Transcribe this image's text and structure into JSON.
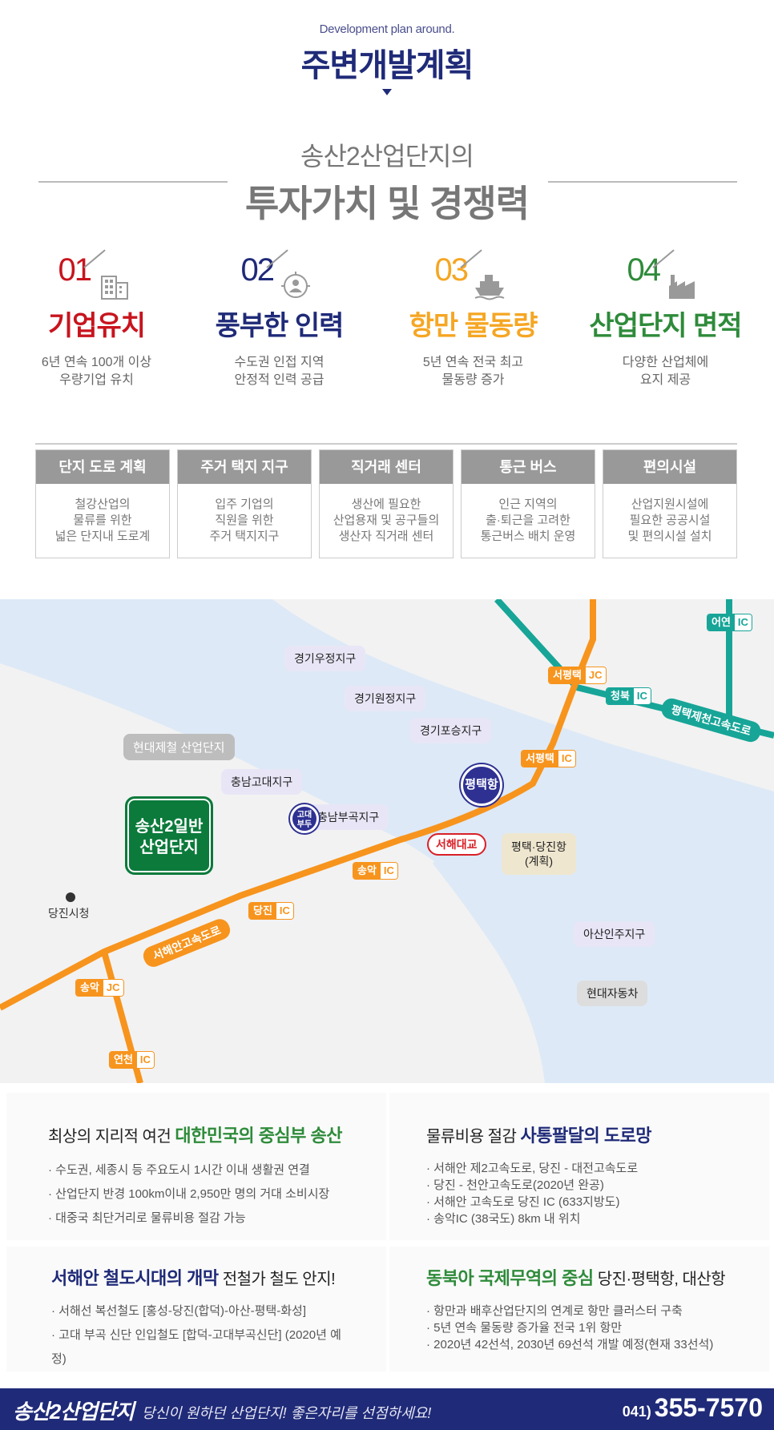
{
  "header": {
    "en": "Development plan around.",
    "ko": "주변개발계획"
  },
  "subtitle": {
    "line1": "송산2산업단지의",
    "line2": "투자가치 및 경쟁력"
  },
  "features": [
    {
      "num": "01",
      "title": "기업유치",
      "desc1": "6년 연속 100개 이상",
      "desc2": "우량기업 유치",
      "color": "#c8141e",
      "icon": "building-icon"
    },
    {
      "num": "02",
      "title": "풍부한 인력",
      "desc1": "수도권 인접 지역",
      "desc2": "안정적 인력 공급",
      "color": "#1f2a78",
      "icon": "person-target-icon"
    },
    {
      "num": "03",
      "title": "항만 물동량",
      "desc1": "5년 연속 전국 최고",
      "desc2": "물동량 증가",
      "color": "#f5a623",
      "icon": "ship-icon"
    },
    {
      "num": "04",
      "title": "산업단지 면적",
      "desc1": "다양한 산업체에",
      "desc2": "요지 제공",
      "color": "#2e8b3a",
      "icon": "factory-icon"
    }
  ],
  "boxes": [
    {
      "title": "단지 도로 계획",
      "l1": "철강산업의",
      "l2": "물류를 위한",
      "l3": "넓은 단지내 도로계"
    },
    {
      "title": "주거 택지 지구",
      "l1": "입주 기업의",
      "l2": "직원을 위한",
      "l3": "주거 택지지구"
    },
    {
      "title": "직거래 센터",
      "l1": "생산에 필요한",
      "l2": "산업용재 및 공구들의",
      "l3": "생산자 직거래 센터"
    },
    {
      "title": "통근 버스",
      "l1": "인근 지역의",
      "l2": "출·퇴근을 고려한",
      "l3": "통근버스 배치 운영"
    },
    {
      "title": "편의시설",
      "l1": "산업지원시설에",
      "l2": "필요한 공공시설",
      "l3": "및 편의시설 설치"
    }
  ],
  "map": {
    "districts": [
      "경기우정지구",
      "경기원정지구",
      "경기포승지구",
      "충남고대지구",
      "충남부곡지구",
      "아산인주지구"
    ],
    "hyundai_steel": "현대제철 산업단지",
    "hyundai_motor": "현대자동차",
    "songsan": {
      "l1": "송산2일반",
      "l2": "산업단지"
    },
    "dangjin_hall": "당진시청",
    "port_pt": "평택항",
    "port_godae": {
      "l1": "고대",
      "l2": "부두"
    },
    "bridge": "서해대교",
    "pt_dj": {
      "l1": "평택·당진항",
      "l2": "(계획)"
    },
    "ic": [
      {
        "name": "어연",
        "type": "IC"
      },
      {
        "name": "서평택",
        "type": "JC"
      },
      {
        "name": "청북",
        "type": "IC"
      },
      {
        "name": "서평택",
        "type": "IC"
      },
      {
        "name": "송악",
        "type": "IC"
      },
      {
        "name": "당진",
        "type": "IC"
      },
      {
        "name": "송악",
        "type": "JC"
      },
      {
        "name": "연천",
        "type": "IC"
      }
    ],
    "road_west": "서해안고속도로",
    "road_east": "평택제천고속도로",
    "colors": {
      "orange": "#f7941d",
      "teal": "#17a598",
      "water": "#dde9f6"
    }
  },
  "info": [
    {
      "pre": "최상의 지리적 여건 ",
      "hl": "대한민국의 중심부 송산",
      "post": "",
      "hl_color": "#2e8b3a",
      "items": [
        "· 수도권, 세종시 등 주요도시 1시간 이내 생활권 연결",
        "· 산업단지 반경 100km이내 2,950만 명의 거대 소비시장",
        "· 대중국 최단거리로 물류비용 절감 가능"
      ]
    },
    {
      "pre": "물류비용 절감 ",
      "hl": "사통팔달의 도로망",
      "post": "",
      "hl_color": "#1f2a78",
      "items": [
        "· 서해안 제2고속도로, 당진 - 대전고속도로",
        "· 당진 - 천안고속도로(2020년 완공)",
        "· 서해안 고속도로 당진 IC (633지방도)",
        "· 송악IC (38국도) 8km 내 위치"
      ]
    },
    {
      "pre": "",
      "hl": "서해안 철도시대의 개막",
      "post": " 전철가 철도 안지!",
      "hl_color": "#1f2a78",
      "items": [
        "· 서해선 복선철도 [홍성-당진(합덕)-아산-평택-화성]",
        "· 고대 부곡 신단 인입철도 [합덕-고대부곡신단] (2020년 예정)"
      ]
    },
    {
      "pre": "",
      "hl": "동북아 국제무역의 중심",
      "post": " 당진·평택항, 대산항",
      "hl_color": "#2e8b3a",
      "items": [
        "· 항만과 배후산업단지의 연계로 항만 클러스터 구축",
        "· 5년 연속 물동량 증가율 전국 1위 항만",
        "· 2020년 42선석, 2030년 69선석 개발 예정(현재 33선석)"
      ]
    }
  ],
  "footer": {
    "brand": "송산2산업단지",
    "slogan": "당신이 원하던 산업단지! 좋은자리를 선점하세요!",
    "tel_prefix": "041)",
    "tel": "355-7570"
  }
}
